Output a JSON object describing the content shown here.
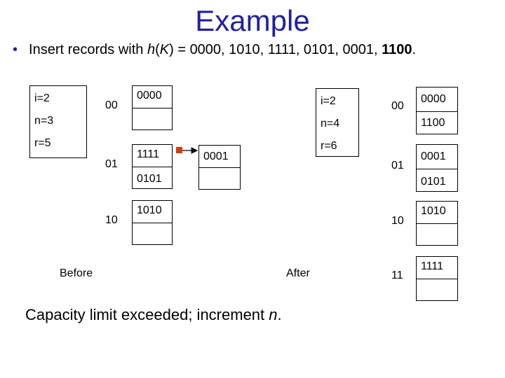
{
  "title": "Example",
  "bullet": {
    "prefix": "Insert records with ",
    "func": "h",
    "paren_open": "(",
    "var": "K",
    "paren_close": ") = 0000, 1010, 1111, 0101, 0001, ",
    "bold_last": "1100",
    "end": "."
  },
  "before": {
    "params": [
      "i=2",
      "n=3",
      "r=5"
    ],
    "buckets": [
      {
        "label": "00",
        "records": [
          "0000",
          ""
        ]
      },
      {
        "label": "01",
        "records": [
          "1111",
          "0101"
        ]
      },
      {
        "label": "10",
        "records": [
          "1010",
          ""
        ]
      }
    ],
    "overflow": [
      "0001",
      ""
    ],
    "caption": "Before"
  },
  "after": {
    "params": [
      "i=2",
      "n=4",
      "r=6"
    ],
    "buckets": [
      {
        "label": "00",
        "records": [
          "0000",
          "1100"
        ]
      },
      {
        "label": "01",
        "records": [
          "0001",
          "0101"
        ]
      },
      {
        "label": "10",
        "records": [
          "1010",
          ""
        ]
      },
      {
        "label": "11",
        "records": [
          "1111",
          ""
        ]
      }
    ],
    "caption": "After"
  },
  "footer": {
    "text": "Capacity limit exceeded; increment ",
    "var": "n",
    "end": "."
  },
  "colors": {
    "title": "#1f1fa3",
    "pointer": "#d04010"
  }
}
